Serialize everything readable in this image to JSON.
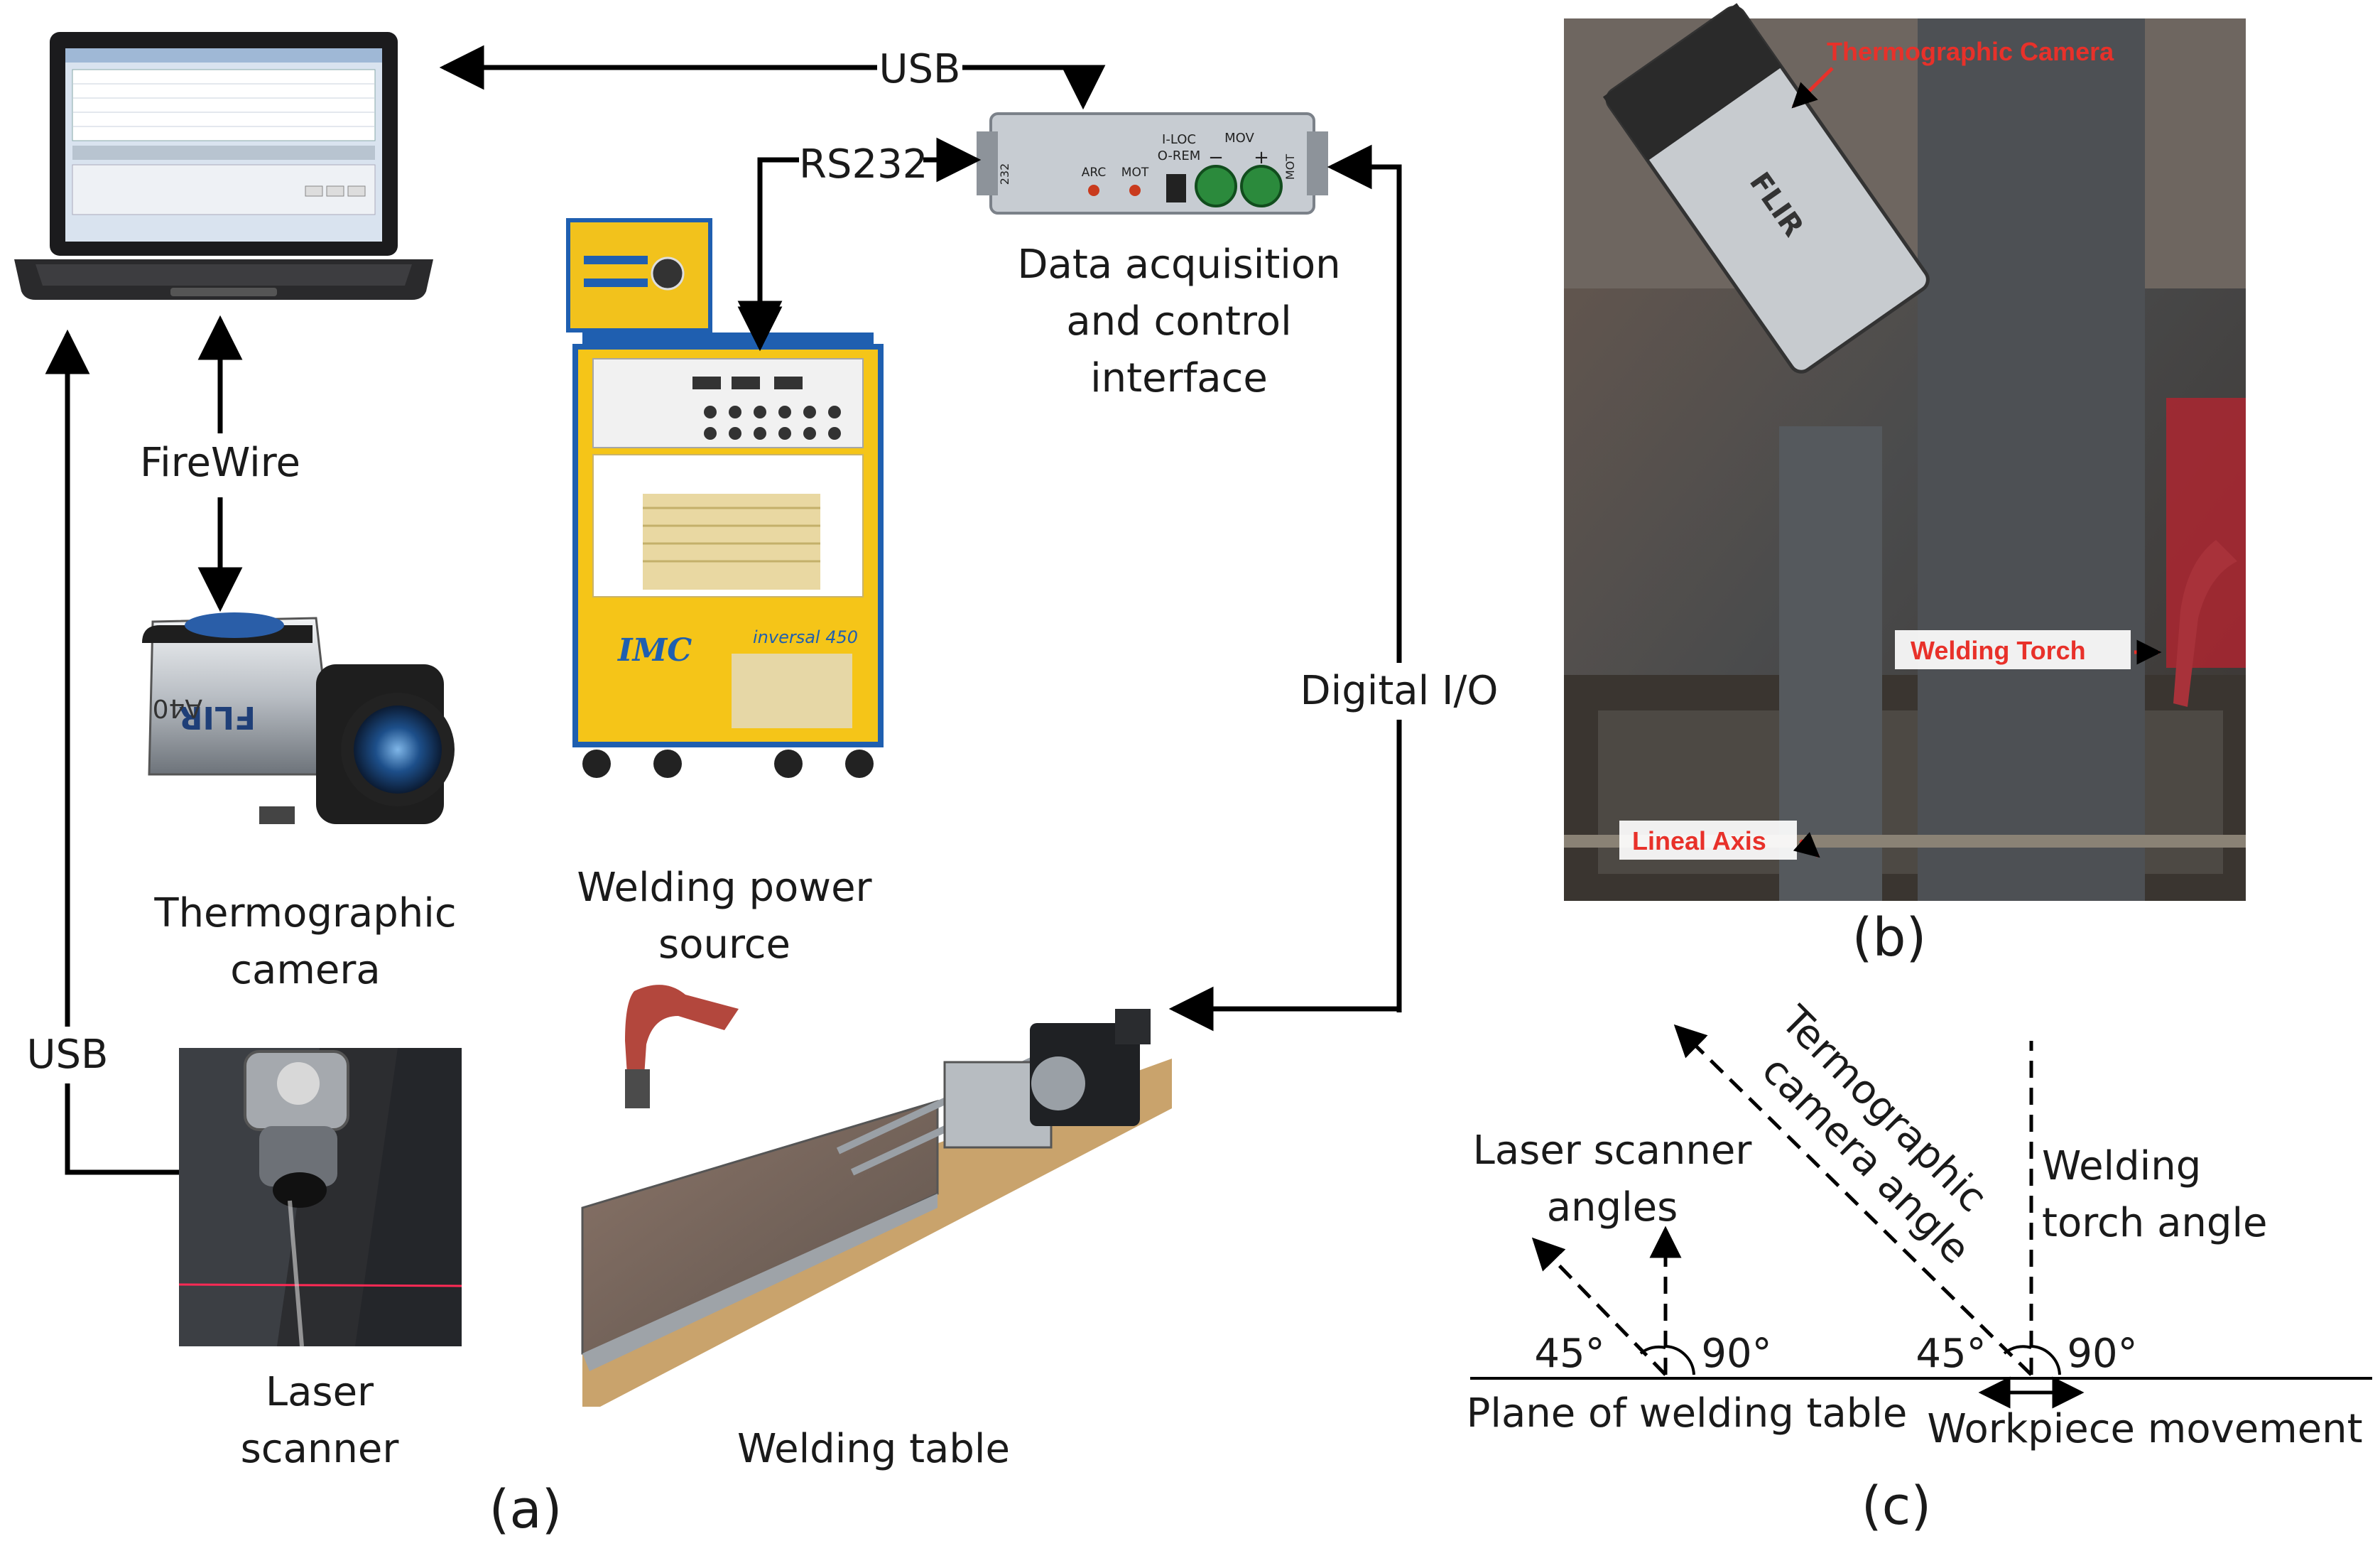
{
  "labels": {
    "usb_top": "USB",
    "rs232": "RS232",
    "firewire": "FireWire",
    "usb_left": "USB",
    "digital_io": "Digital I/O",
    "daq_line1": "Data acquisition",
    "daq_line2": "and control",
    "daq_line3": "interface",
    "power_line1": "Welding power",
    "power_line2": "source",
    "camera_line1": "Thermographic",
    "camera_line2": "camera",
    "laser_line1": "Laser",
    "laser_line2": "scanner",
    "table": "Welding table"
  },
  "panels": {
    "a": "(a)",
    "b": "(b)",
    "c": "(c)"
  },
  "photo_b": {
    "camera": "Thermographic Camera",
    "torch": "Welding Torch",
    "axis": "Lineal Axis"
  },
  "angles": {
    "laser_line1": "Laser scanner",
    "laser_line2": "angles",
    "thermo_line1": "Termographic",
    "thermo_line2": "camera angle",
    "torch_line1": "Welding",
    "torch_line2": "torch angle",
    "a45_left": "45°",
    "a90_left": "90°",
    "a45_right": "45°",
    "a90_right": "90°",
    "plane": "Plane of welding table",
    "movement": "Workpiece movement"
  },
  "device_text": {
    "daq_arc": "ARC",
    "daq_mot": "MOT",
    "daq_loc": "I-LOC",
    "daq_rem": "O-REM",
    "daq_mov": "MOV",
    "daq_232": "232",
    "daq_motr": "MOT",
    "power_brand": "IMC",
    "power_model": "inversal 450",
    "camera_brand": "FLIR",
    "camera_model": "A40"
  },
  "colors": {
    "ink": "#000000",
    "photo_label": "#e8312a",
    "power_yellow": "#f5c518",
    "power_blue": "#1f5fb0"
  }
}
